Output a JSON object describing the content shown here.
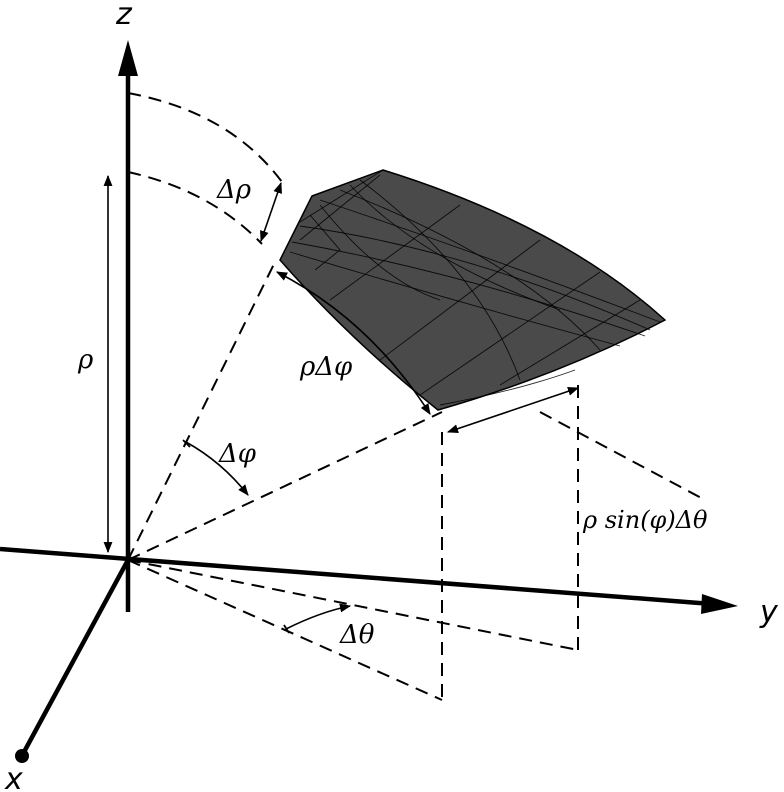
{
  "axes": {
    "x_label": "x",
    "y_label": "y",
    "z_label": "z"
  },
  "labels": {
    "rho": "ρ",
    "delta_rho": "Δρ",
    "rho_delta_phi": "ρΔφ",
    "delta_phi": "Δφ",
    "delta_theta": "Δθ",
    "rho_sin_phi_delta_theta": "ρ sin(φ)Δθ"
  },
  "colors": {
    "surface_fill": "#4a4a4a",
    "ink": "#000000",
    "background": "#ffffff"
  }
}
